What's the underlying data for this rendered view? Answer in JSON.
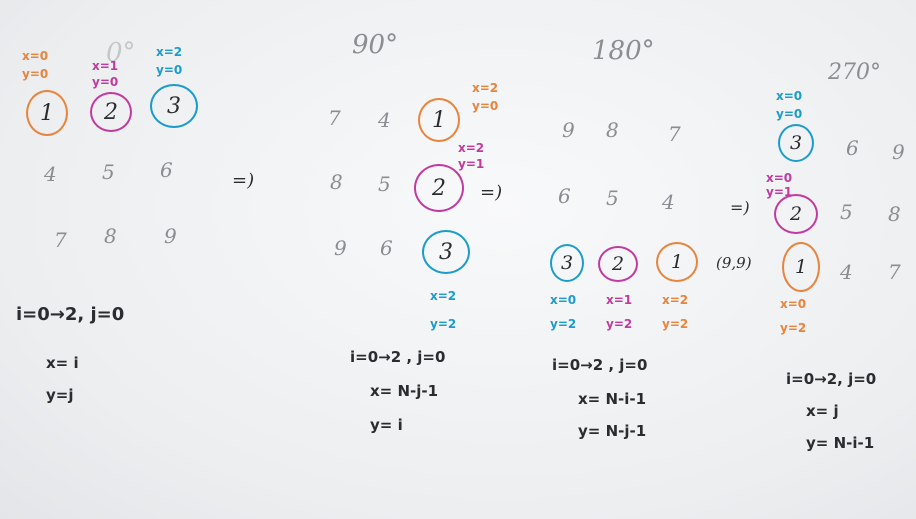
{
  "angles": {
    "a0": "0°",
    "a90": "90°",
    "a180": "180°",
    "a270": "270°"
  },
  "arrows": {
    "arrow1": "=)",
    "arrow2": "=)",
    "arrow3": "=)",
    "swap": "(9,9)"
  },
  "panel0": {
    "circles": [
      "1",
      "2",
      "3"
    ],
    "labels": [
      {
        "x": "x=0",
        "y": "y=0"
      },
      {
        "x": "x=1",
        "y": "y=0"
      },
      {
        "x": "x=2",
        "y": "y=0"
      }
    ],
    "row2": [
      "4",
      "5",
      "6"
    ],
    "row3": [
      "7",
      "8",
      "9"
    ],
    "loop": "i=0→2,  j=0",
    "fx": "x= i",
    "fy": "y=j"
  },
  "panel90": {
    "row1": [
      "7",
      "4"
    ],
    "row2": [
      "8",
      "5"
    ],
    "row3": [
      "9",
      "6"
    ],
    "circles": [
      "1",
      "2",
      "3"
    ],
    "labels": [
      {
        "x": "x=2",
        "y": "y=0"
      },
      {
        "x": "x=2",
        "y": "y=1"
      },
      {
        "x": "x=2",
        "y": "y=2"
      }
    ],
    "loop": "i=0→2 , j=0",
    "fx": "x= N-j-1",
    "fy": "y= i"
  },
  "panel180": {
    "row1": [
      "9",
      "8",
      "7"
    ],
    "row2": [
      "6",
      "5",
      "4"
    ],
    "circles": [
      "3",
      "2",
      "1"
    ],
    "labels": [
      {
        "x": "x=0",
        "y": "y=2"
      },
      {
        "x": "x=1",
        "y": "y=2"
      },
      {
        "x": "x=2",
        "y": "y=2"
      }
    ],
    "loop": "i=0→2 , j=0",
    "fx": "x= N-i-1",
    "fy": "y= N-j-1"
  },
  "panel270": {
    "circles": [
      "3",
      "2",
      "1"
    ],
    "labels": [
      {
        "x": "x=0",
        "y": "y=0"
      },
      {
        "x": "x=0",
        "y": "y=1"
      },
      {
        "x": "x=0",
        "y": "y=2"
      }
    ],
    "col2": [
      "6",
      "5",
      "4"
    ],
    "col3": [
      "9",
      "8",
      "7"
    ],
    "loop": "i=0→2,  j=0",
    "fx": "x= j",
    "fy": "y= N-i-1"
  }
}
